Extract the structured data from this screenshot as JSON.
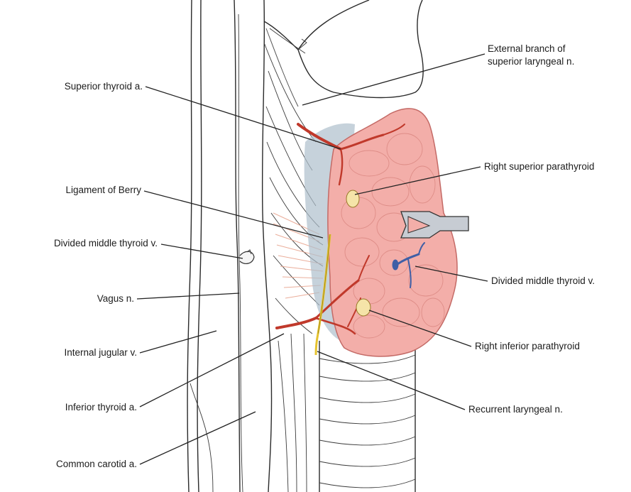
{
  "figure": {
    "colors": {
      "thyroid": "#f3aea9",
      "thyroid_outline": "#c46a66",
      "artery": "#c0392b",
      "vein": "#3f5fa6",
      "nerve": "#e6c32f",
      "parathyroid": "#f5e4a8",
      "trachea_shadow": "#aebfcc"
    }
  },
  "labels": {
    "external_branch_line1": "External branch of",
    "external_branch_line2": "superior laryngeal n.",
    "superior_thyroid_a": "Superior thyroid a.",
    "right_superior_parathyroid": "Right superior parathyroid",
    "ligament_of_berry": "Ligament of Berry",
    "divided_middle_thyroid_v_left": "Divided middle thyroid v.",
    "divided_middle_thyroid_v_right": "Divided middle thyroid v.",
    "vagus_n": "Vagus n.",
    "right_inferior_parathyroid": "Right inferior parathyroid",
    "internal_jugular_v": "Internal jugular v.",
    "inferior_thyroid_a": "Inferior thyroid a.",
    "recurrent_laryngeal_n": "Recurrent laryngeal n.",
    "common_carotid_a": "Common carotid a."
  }
}
